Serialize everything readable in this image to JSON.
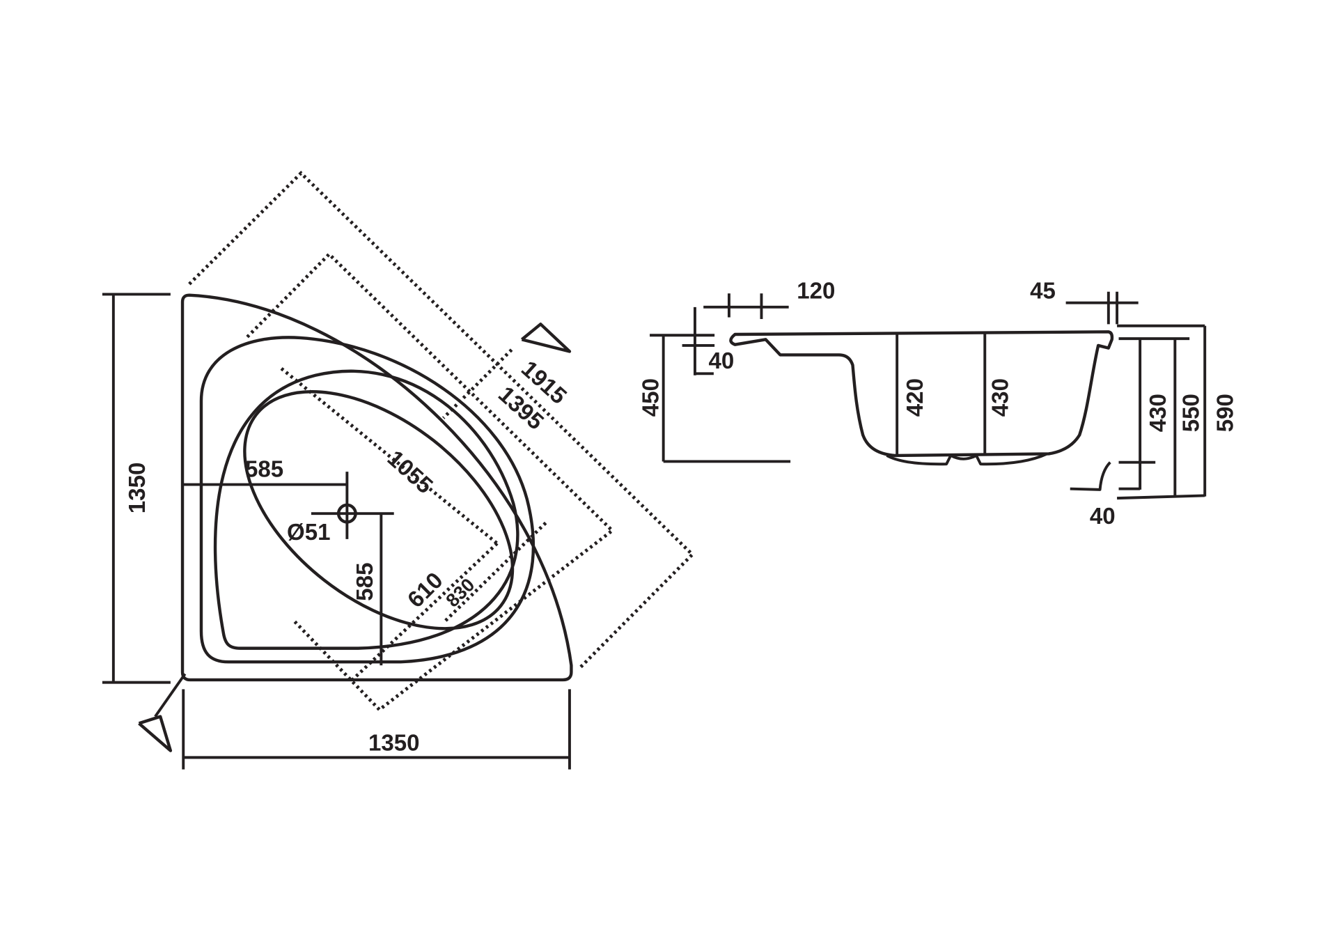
{
  "plan_view": {
    "width_label": "1350",
    "depth_label": "1350",
    "outlet_x_label": "585",
    "outlet_y_label": "585",
    "outlet_diameter_label": "Ø51",
    "inner_length_label": "1055",
    "inner_width_label": "610",
    "rim_width_label": "830",
    "diagonal_outer_label": "1915",
    "diagonal_inner_label": "1395"
  },
  "section_view": {
    "rim_width_label": "120",
    "rim_edge_label": "45",
    "rim_thickness_label": "40",
    "floor_height_label": "450",
    "depth_left_label": "420",
    "depth_right_label": "430",
    "outer_depth_label": "430",
    "overall_550_label": "550",
    "overall_590_label": "590",
    "drain_label": "40"
  },
  "colors": {
    "line": "#231f20",
    "background": "#ffffff"
  }
}
